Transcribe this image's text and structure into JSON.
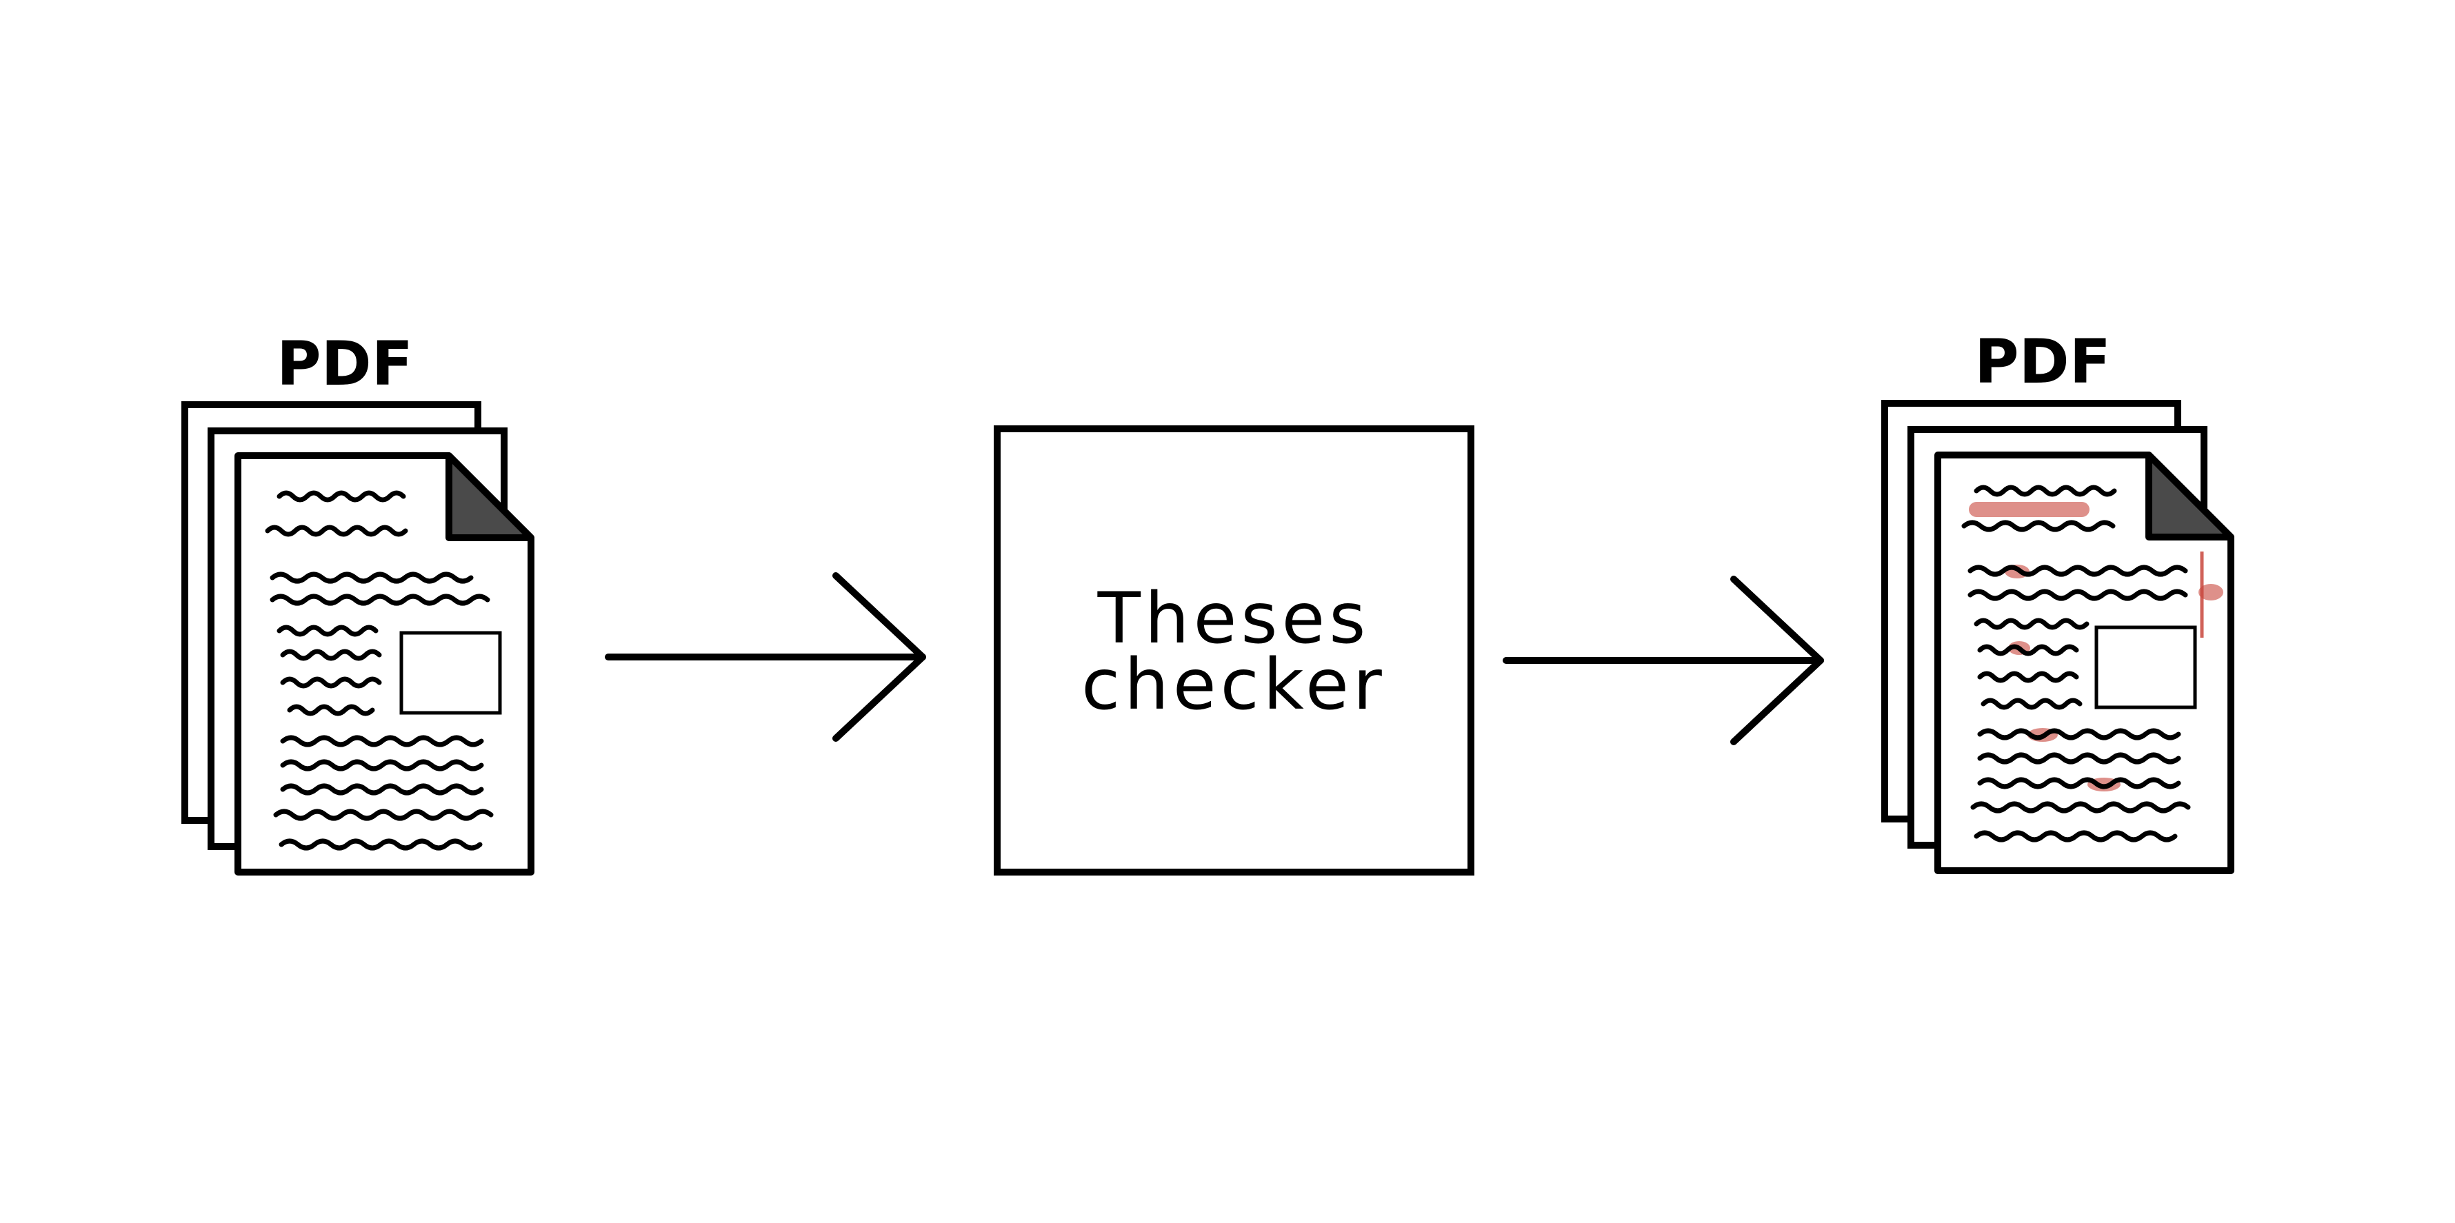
{
  "input_document": {
    "label": "PDF"
  },
  "process_box": {
    "line1": "Theses",
    "line2": "checker"
  },
  "output_document": {
    "label": "PDF"
  },
  "colors": {
    "stroke": "#000000",
    "corner_fold": "#4a4a4a",
    "highlight": "#c8463c",
    "background": "#ffffff"
  }
}
